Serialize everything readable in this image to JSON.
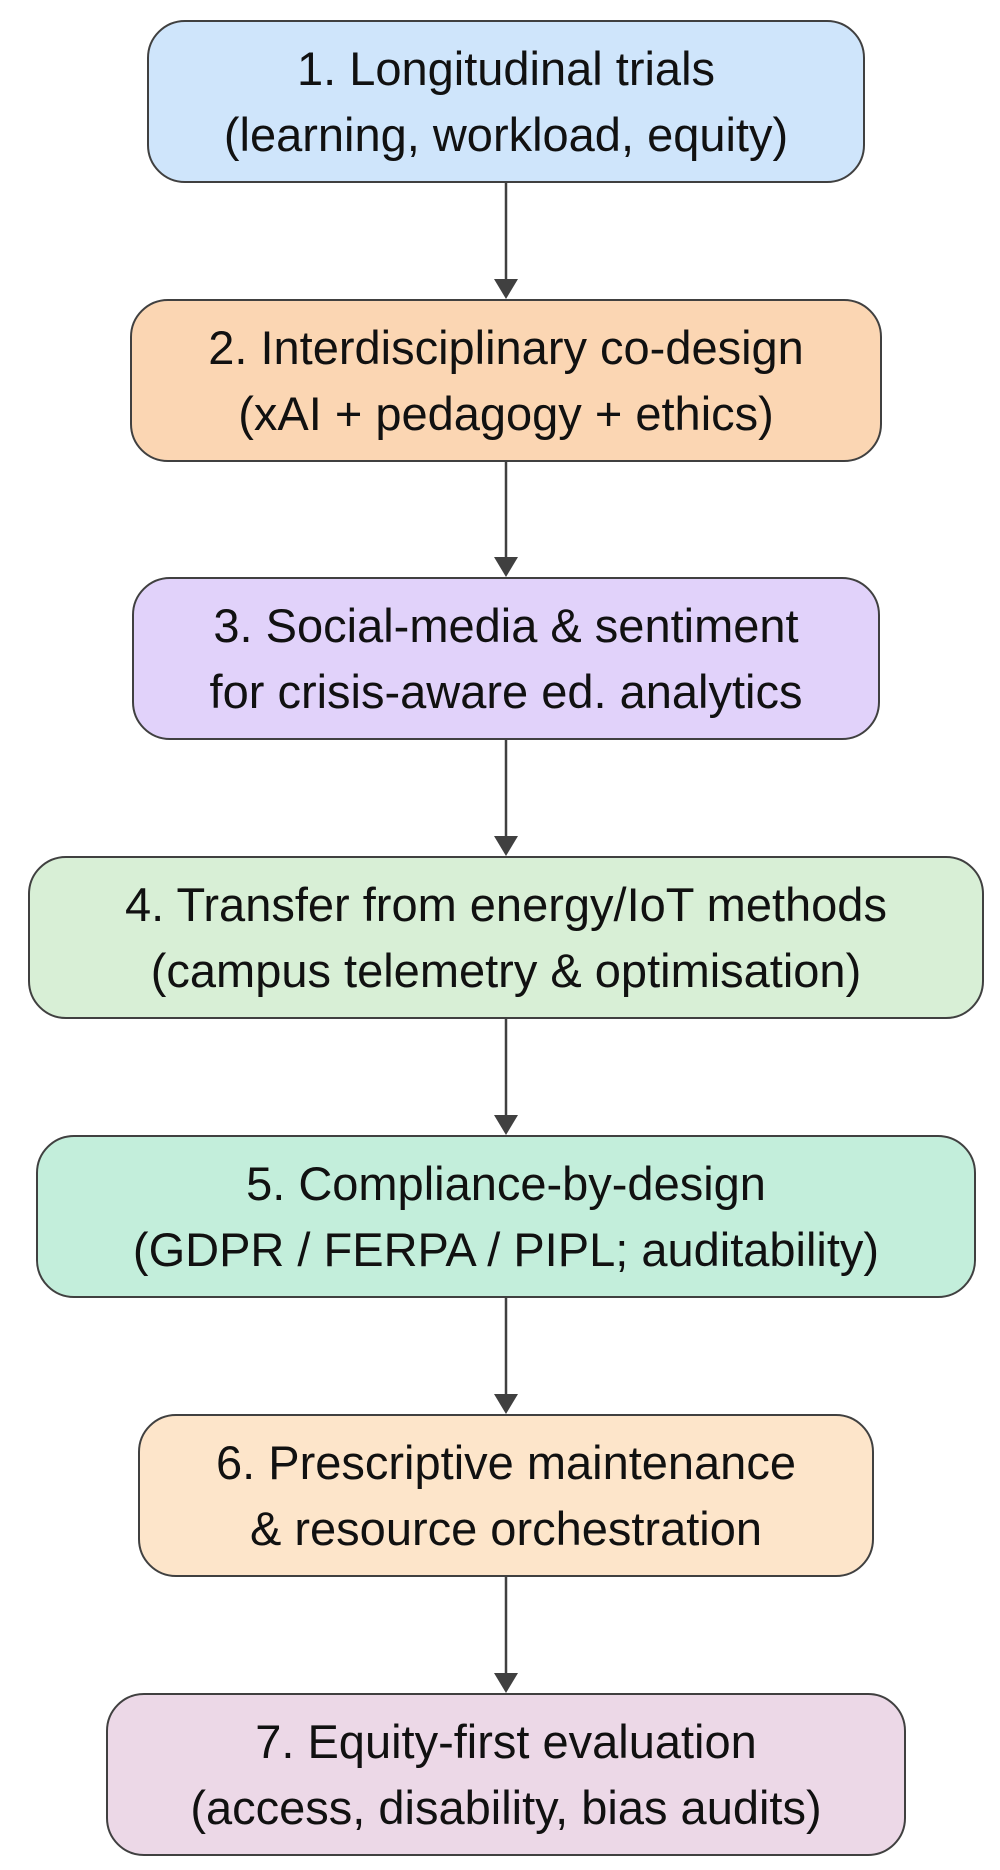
{
  "steps": [
    {
      "id": 1,
      "line1": "1. Longitudinal trials",
      "line2": "(learning, workload, equity)",
      "fill": "#cfe5fb"
    },
    {
      "id": 2,
      "line1": "2. Interdisciplinary co-design",
      "line2": "(xAI + pedagogy + ethics)",
      "fill": "#fbd6b3"
    },
    {
      "id": 3,
      "line1": "3. Social-media & sentiment",
      "line2": "for crisis-aware ed. analytics",
      "fill": "#e1d2fa"
    },
    {
      "id": 4,
      "line1": "4. Transfer from energy/IoT methods",
      "line2": "(campus telemetry & optimisation)",
      "fill": "#d8efd6"
    },
    {
      "id": 5,
      "line1": "5. Compliance-by-design",
      "line2": "(GDPR / FERPA / PIPL; auditability)",
      "fill": "#c3eedb"
    },
    {
      "id": 6,
      "line1": "6. Prescriptive maintenance",
      "line2": "& resource orchestration",
      "fill": "#fde5ca"
    },
    {
      "id": 7,
      "line1": "7. Equity-first evaluation",
      "line2": "(access, disability, bias audits)",
      "fill": "#ecd8e7"
    }
  ],
  "colors": {
    "border": "#404040",
    "arrow": "#404040",
    "text": "#111111"
  }
}
